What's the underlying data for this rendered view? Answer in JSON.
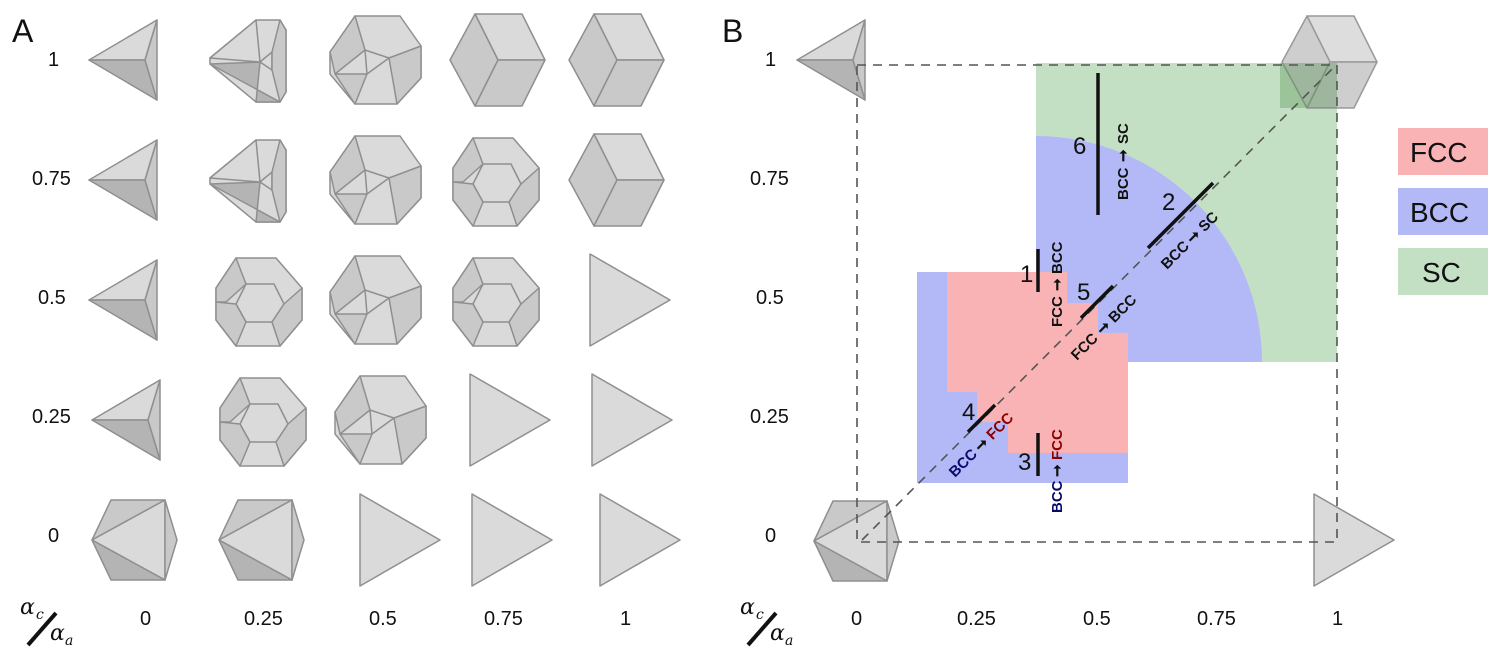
{
  "panels": {
    "a": {
      "label": "A"
    },
    "b": {
      "label": "B"
    }
  },
  "axes": {
    "row_labels": [
      "1",
      "0.75",
      "0.5",
      "0.25",
      "0"
    ],
    "col_labels": [
      "0",
      "0.25",
      "0.5",
      "0.75",
      "1"
    ],
    "corner_top": "α",
    "corner_top_sub": "c",
    "corner_bottom": "α",
    "corner_bottom_sub": "a"
  },
  "panel_b": {
    "y_labels": [
      "1",
      "0.75",
      "0.5",
      "0.25",
      "0"
    ],
    "x_labels": [
      "0",
      "0.25",
      "0.5",
      "0.75",
      "1"
    ],
    "legend": [
      {
        "label": "FCC",
        "color": "#f9b3b5"
      },
      {
        "label": "BCC",
        "color": "#b3b9f7"
      },
      {
        "label": "SC",
        "color": "#c4e0c4"
      }
    ],
    "transitions": [
      {
        "num": "1",
        "from": "FCC",
        "to": "BCC"
      },
      {
        "num": "2",
        "from": "BCC",
        "to": "SC"
      },
      {
        "num": "3",
        "from": "BCC",
        "to": "FCC"
      },
      {
        "num": "4",
        "from": "BCC",
        "to": "FCC"
      },
      {
        "num": "5",
        "from": "FCC",
        "to": "BCC"
      },
      {
        "num": "6",
        "from": "BCC",
        "to": "SC"
      }
    ],
    "diag_extra_label": "BCC",
    "colors": {
      "fcc_text": "#8b0000",
      "bcc_text": "#0a0a6e",
      "default_text": "#111111"
    }
  }
}
